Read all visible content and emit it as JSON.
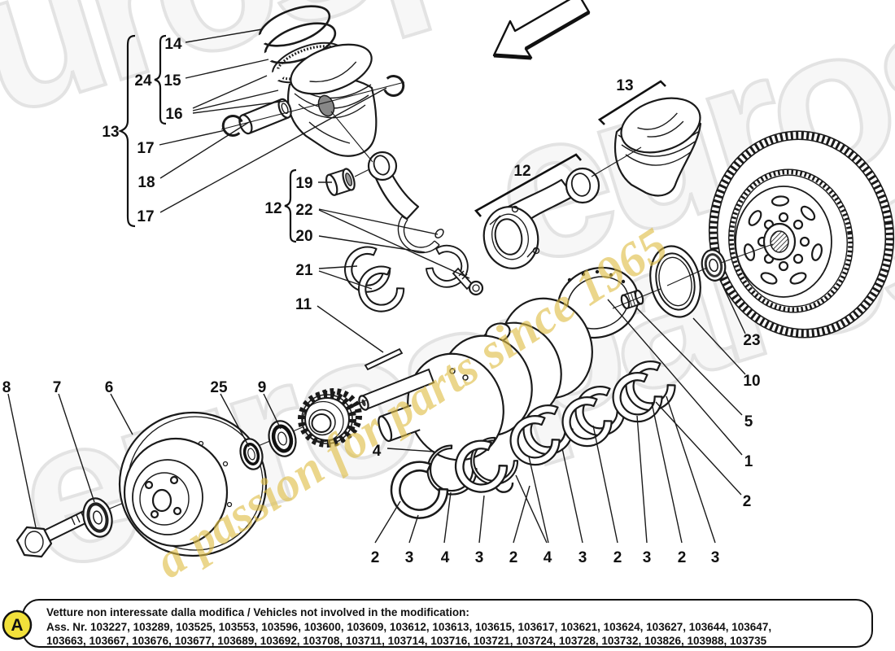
{
  "watermark": {
    "brand": "eurospares",
    "tagline": "a passion for parts since 1965"
  },
  "part_labels": {
    "n14": "14",
    "n24": "24",
    "n15": "15",
    "n16": "16",
    "n13_left": "13",
    "n17_top": "17",
    "n18": "18",
    "n17_bottom": "17",
    "n19": "19",
    "n12_left": "12",
    "n22": "22",
    "n20": "20",
    "n21": "21",
    "n11": "11",
    "n12_right": "12",
    "n13_right": "13",
    "n23": "23",
    "n10": "10",
    "n5": "5",
    "n1": "1",
    "n2_right": "2",
    "n8": "8",
    "n7": "7",
    "n6": "6",
    "n25": "25",
    "n9": "9",
    "n4_side": "4",
    "bottom_row": [
      "2",
      "3",
      "4",
      "3",
      "2",
      "4",
      "3",
      "2",
      "3",
      "2",
      "3"
    ]
  },
  "footer": {
    "marker": "A",
    "line1": "Vetture non interessate dalla modifica / Vehicles not involved in the modification:",
    "line2": "Ass. Nr. 103227, 103289, 103525, 103553, 103596, 103600, 103609, 103612, 103613, 103615, 103617, 103621, 103624, 103627, 103644, 103647,",
    "line3": "103663, 103667, 103676, 103677, 103689, 103692, 103708, 103711, 103714, 103716, 103721, 103724, 103728, 103732, 103826, 103988, 103735"
  },
  "colors": {
    "line": "#1a1a1a",
    "marker_yellow": "#f2e13b",
    "watermark_gold": "#dfbe45",
    "watermark_grey": "#e3e3e3"
  }
}
